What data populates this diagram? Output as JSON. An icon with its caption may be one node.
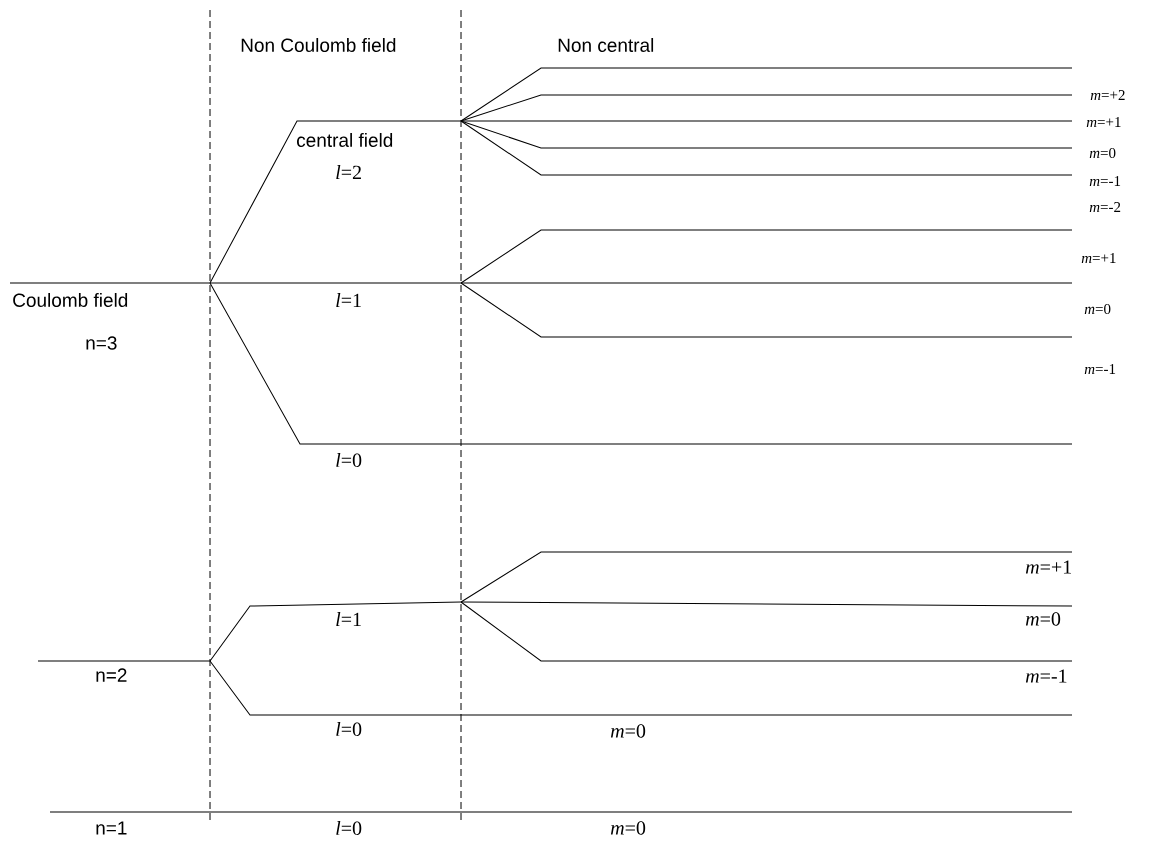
{
  "diagram": {
    "labels": [
      "Non Coulomb field",
      "Non central",
      "*m*=+2",
      "central field",
      "*m*=+1",
      "*m*=0",
      "*l*=2",
      "*m*=-1",
      "*m*=-2",
      "*m*=+1",
      "Coulomb field",
      "*l*=1",
      "*m*=0",
      "n=3",
      "*m*=-1",
      "*l*=0",
      "*m*=+1",
      "*l*=1",
      "*m*=0",
      "n=2",
      "*m*=-1",
      "*l*=0",
      "*m*=0",
      "n=1",
      "*l*=0",
      "*m*=0"
    ]
  }
}
